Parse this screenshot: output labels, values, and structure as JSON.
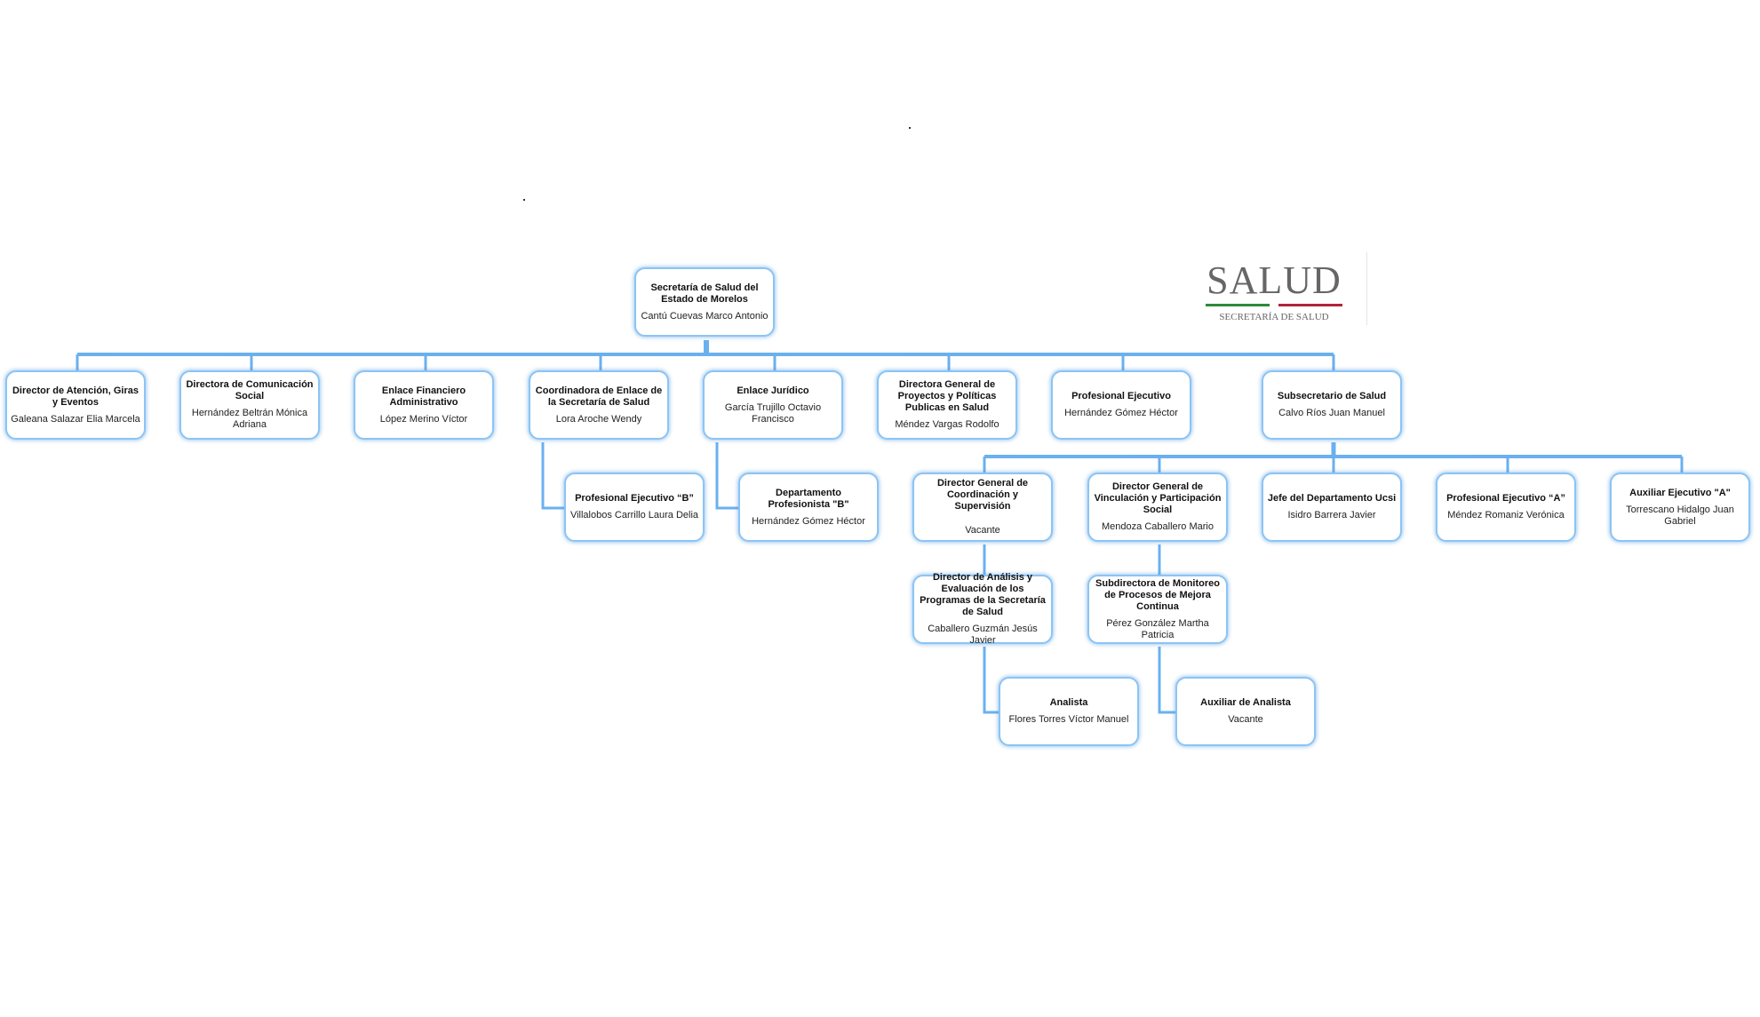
{
  "logo": {
    "word": "SALUD",
    "subtitle": "SECRETARÍA DE SALUD"
  },
  "colors": {
    "line": "#5aa8ee",
    "border": "#8cc4f4"
  },
  "root": {
    "title": "Secretaría de Salud del Estado de Morelos",
    "name": "Cantú Cuevas Marco Antonio"
  },
  "level1": [
    {
      "title": "Director de Atención, Giras y Eventos",
      "name": "Galeana Salazar Elia Marcela"
    },
    {
      "title": "Directora de Comunicación Social",
      "name": "Hernández Beltrán Mónica Adriana"
    },
    {
      "title": "Enlace Financiero Administrativo",
      "name": "López Merino Víctor"
    },
    {
      "title": "Coordinadora de Enlace de la Secretaría de Salud",
      "name": "Lora Aroche Wendy"
    },
    {
      "title": "Enlace Jurídico",
      "name": "García Trujillo Octavio Francisco"
    },
    {
      "title": "Directora General de Proyectos y Políticas Publicas en Salud",
      "name": "Méndez Vargas Rodolfo"
    },
    {
      "title": "Profesional Ejecutivo",
      "name": "Hernández Gómez Héctor"
    },
    {
      "title": "Subsecretario de Salud",
      "name": "Calvo Ríos Juan Manuel"
    }
  ],
  "level2": [
    {
      "title": "Profesional Ejecutivo “B”",
      "name": "Villalobos Carrillo Laura Delia"
    },
    {
      "title": "Departamento Profesionista \"B\"",
      "name": "Hernández Gómez Héctor"
    },
    {
      "title": "Director General de Coordinación y Supervisión",
      "name": "Vacante"
    },
    {
      "title": "Director General de Vinculación y Participación Social",
      "name": "Mendoza Caballero Mario"
    },
    {
      "title": "Jefe del Departamento Ucsi",
      "name": "Isidro Barrera Javier"
    },
    {
      "title": "Profesional Ejecutivo “A”",
      "name": "Méndez Romaniz Verónica"
    },
    {
      "title": "Auxiliar Ejecutivo \"A\"",
      "name": "Torrescano Hidalgo Juan Gabriel"
    }
  ],
  "level3": [
    {
      "title": "Director de Análisis y Evaluación de los Programas de la Secretaría de Salud",
      "name": "Caballero Guzmán Jesús Javier"
    },
    {
      "title": "Subdirectora de Monitoreo de Procesos  de Mejora Continua",
      "name": "Pérez González Martha Patricia"
    }
  ],
  "level4": [
    {
      "title": "Analista",
      "name": "Flores Torres Víctor Manuel"
    },
    {
      "title": "Auxiliar de Analista",
      "name": "Vacante"
    }
  ]
}
